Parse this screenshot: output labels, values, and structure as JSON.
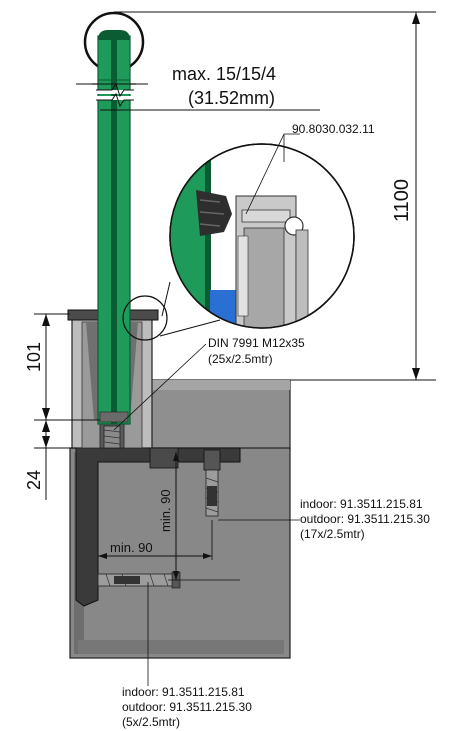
{
  "dimensions": {
    "glass_max": "max. 15/15/4",
    "glass_max_mm": "(31.52mm)",
    "height_total": "1100",
    "height_post": "101",
    "base_offset": "24",
    "min_vertical": "min. 90",
    "min_horizontal": "min. 90"
  },
  "parts": {
    "clip_code": "90.8030.032.11",
    "screw_name": "DIN 7991 M12x35",
    "screw_qty": "(25x/2.5mtr)",
    "anchor_side": {
      "indoor": "indoor: 91.3511.215.81",
      "outdoor": "outdoor: 91.3511.215.30",
      "qty": "(17x/2.5mtr)"
    },
    "anchor_bottom": {
      "indoor": "indoor: 91.3511.215.81",
      "outdoor": "outdoor: 91.3511.215.30",
      "qty": "(5x/2.5mtr)"
    }
  },
  "colors": {
    "glass_green": "#1e9a5a",
    "glass_dark": "#0c5c33",
    "concrete": "#8a8a8a",
    "concrete_dark": "#5e5e5e",
    "profile_dark": "#333333",
    "insert_blue": "#2a6fd4"
  }
}
